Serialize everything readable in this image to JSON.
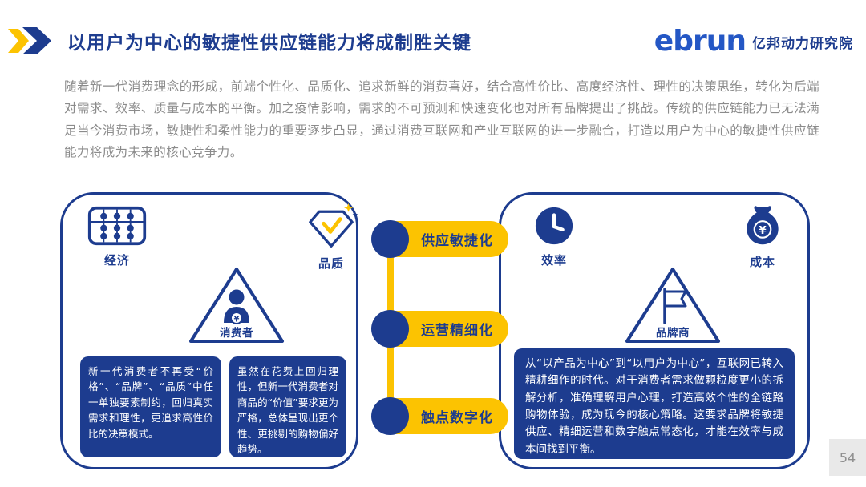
{
  "header": {
    "title": "以用户为中心的敏捷性供应链能力将成制胜关键",
    "logo_brand": "ebrun",
    "logo_suffix": "亿邦动力研究院"
  },
  "intro": "随着新一代消费理念的形成，前端个性化、品质化、追求新鲜的消费喜好，结合高性价比、高度经济性、理性的决策思维，转化为后端对需求、效率、质量与成本的平衡。加之疫情影响，需求的不可预测和快速变化也对所有品牌提出了挑战。传统的供应链能力已无法满足当今消费市场，敏捷性和柔性能力的重要逐步凸显，通过消费互联网和产业互联网的进一步融合，打造以用户为中心的敏捷性供应链能力将成为未来的核心竞争力。",
  "left_panel": {
    "metric_left": "经济",
    "metric_right": "品质",
    "triangle_label": "消费者",
    "box1": "新一代消费者不再受“价格”、“品牌”、“品质”中任一单独要素制约，回归真实需求和理性，更追求高性价比的决策模式。",
    "box2": "虽然在花费上回归理性，但新一代消费者对商品的“价值”要求更为严格，总体呈现出更个性、更挑剔的购物偏好趋势。"
  },
  "connectors": [
    "供应敏捷化",
    "运营精细化",
    "触点数字化"
  ],
  "right_panel": {
    "metric_left": "效率",
    "metric_right": "成本",
    "triangle_label": "品牌商",
    "box": "从“以产品为中心”到“以用户为中心”，互联网已转入精耕细作的时代。对于消费者需求做颗粒度更小的拆解分析，准确理解用户心理，打造高效个性的全链路购物体验，成为现今的核心策略。这要求品牌将敏捷供应、精细运营和数字触点常态化，才能在效率与成本间找到平衡。"
  },
  "page_number": "54",
  "colors": {
    "navy": "#1d3c8f",
    "yellow": "#fcc301",
    "body_gray": "#8b8b8b",
    "logo_blue": "#2457c5",
    "page_gray": "#8f8f8f"
  }
}
